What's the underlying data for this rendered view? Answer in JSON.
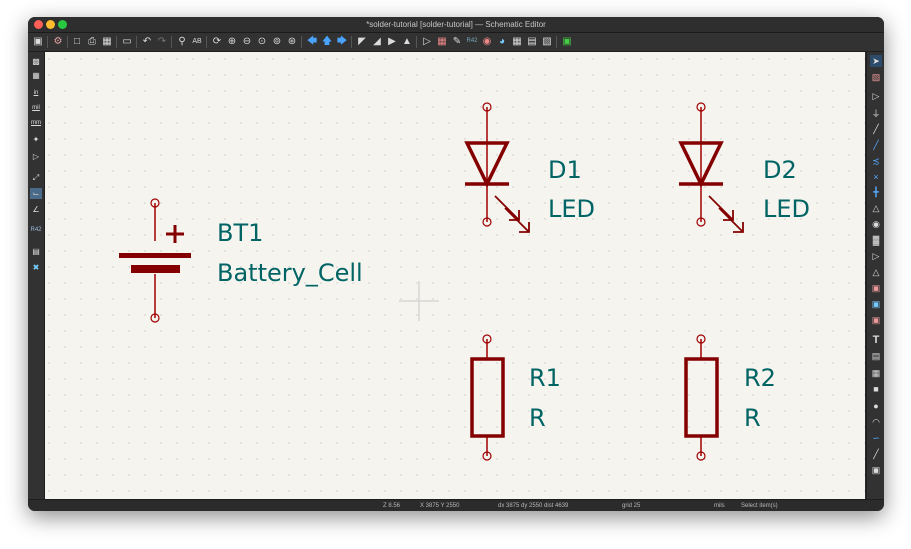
{
  "window": {
    "title": "*solder-tutorial [solder-tutorial] — Schematic Editor"
  },
  "toolbar": {
    "icons": [
      "save-icon",
      "schematic-setup-icon",
      "page-settings-icon",
      "print-icon",
      "plot-icon",
      "paste-icon",
      "undo-icon",
      "redo-icon",
      "find-icon",
      "find-replace-icon",
      "refresh-icon",
      "zoom-in-icon",
      "zoom-out-icon",
      "zoom-fit-icon",
      "zoom-objects-icon",
      "zoom-selection-icon",
      "navigate-up-icon",
      "navigate-back-icon",
      "navigate-forward-icon",
      "rotate-ccw-icon",
      "rotate-cw-icon",
      "mirror-vertical-icon",
      "mirror-horizontal-icon",
      "symbol-editor-icon",
      "symbol-browser-icon",
      "annotate-icon",
      "erc-icon",
      "symbol-fields-icon",
      "bom-icon",
      "netlist-icon",
      "pcb-editor-icon"
    ]
  },
  "left_toolbar": {
    "icons": [
      "grid-dots-icon",
      "grid-overrides-icon",
      "units-in-icon",
      "units-mil-icon",
      "units-mm-icon",
      "cursor-full-crosshair-icon",
      "hidden-pins-icon",
      "line-mode-free-icon",
      "line-mode-90-icon",
      "line-mode-45-icon",
      "annotate-auto-icon",
      "hierarchy-navigator-icon",
      "properties-manager-icon"
    ],
    "labels": {
      "in": "in",
      "mil": "mil",
      "mm": "mm"
    }
  },
  "right_toolbar": {
    "icons": [
      "select-arrow-icon",
      "highlight-net-icon",
      "add-symbol-icon",
      "add-power-icon",
      "add-wire-icon",
      "add-bus-icon",
      "add-bus-entry-icon",
      "no-connect-icon",
      "add-junction-icon",
      "add-label-icon",
      "add-class-directive-icon",
      "add-global-label-icon",
      "add-hier-label-icon",
      "add-sheet-icon",
      "import-sheet-pin-icon",
      "add-text-icon",
      "add-textbox-icon",
      "add-table-icon",
      "add-rectangle-icon",
      "add-circle-icon",
      "add-arc-icon",
      "add-bezier-icon",
      "add-line-icon",
      "add-image-icon"
    ]
  },
  "schematic": {
    "components": [
      {
        "ref": "BT1",
        "value": "Battery_Cell",
        "kind": "battery"
      },
      {
        "ref": "D1",
        "value": "LED",
        "kind": "led"
      },
      {
        "ref": "D2",
        "value": "LED",
        "kind": "led"
      },
      {
        "ref": "R1",
        "value": "R",
        "kind": "resistor"
      },
      {
        "ref": "R2",
        "value": "R",
        "kind": "resistor"
      }
    ],
    "colors": {
      "body": "#840000",
      "text": "#006464",
      "pin": "#a00000",
      "background": "#f5f4ef"
    }
  },
  "status": {
    "zoom": "Z 8.56",
    "coords": "X 3875  Y 2550",
    "delta": "dx 3875  dy 2550  dist 4639",
    "grid": "grid 25",
    "units": "mils",
    "message": "Select item(s)"
  }
}
